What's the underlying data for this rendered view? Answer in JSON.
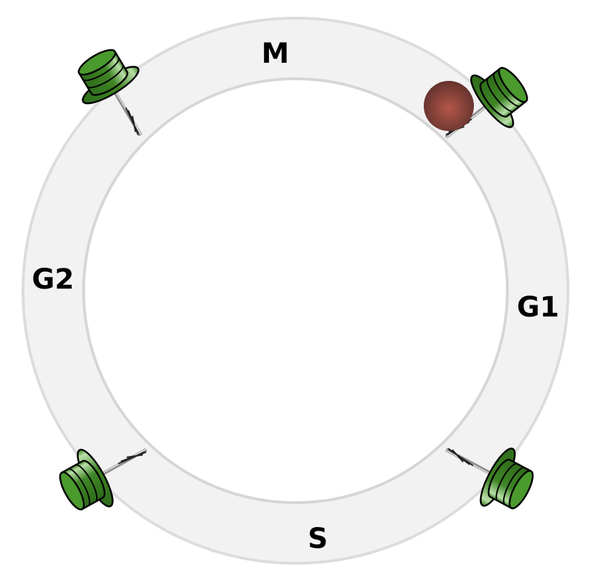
{
  "diagram": {
    "phases": {
      "top": "M",
      "right": "G1",
      "bottom": "S",
      "left": "G2"
    },
    "colors": {
      "ring_fill": "#f2f2f2",
      "ring_stroke": "#dcdcdc",
      "pin_green": "#3a7d22",
      "pin_outline": "#000000",
      "needle": "#9a9a9a",
      "ball": "#8a3d33"
    }
  }
}
